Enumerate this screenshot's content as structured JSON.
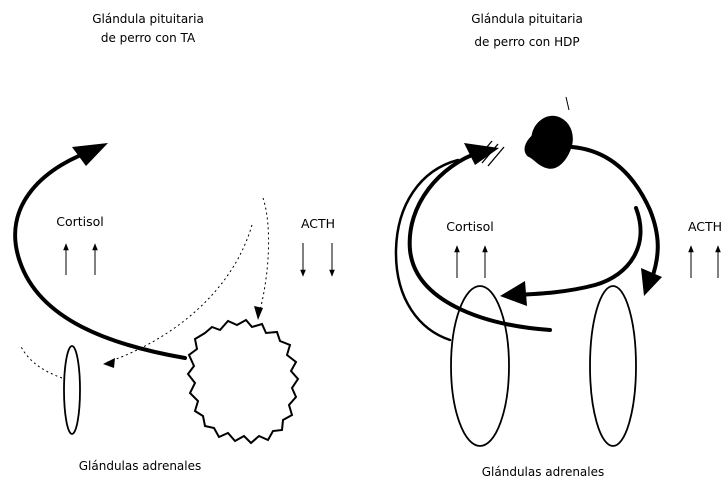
{
  "left_panel": {
    "title_line1": "Glándula pituitaria",
    "title_line2": "de perro con TA",
    "cortisol_label": "Cortisol",
    "cortisol_arrows": "up",
    "acth_label": "ACTH",
    "acth_arrows": "down",
    "footer": "Glándulas adrenales"
  },
  "right_panel": {
    "title_line1": "Glándula pituitaria",
    "title_line2": "de perro con HDP",
    "cortisol_label": "Cortisol",
    "cortisol_arrows": "up",
    "acth_label": "ACTH",
    "acth_arrows": "up",
    "footer": "Glándulas adrenales"
  },
  "colors": {
    "ink": "#000000",
    "background": "#ffffff"
  }
}
